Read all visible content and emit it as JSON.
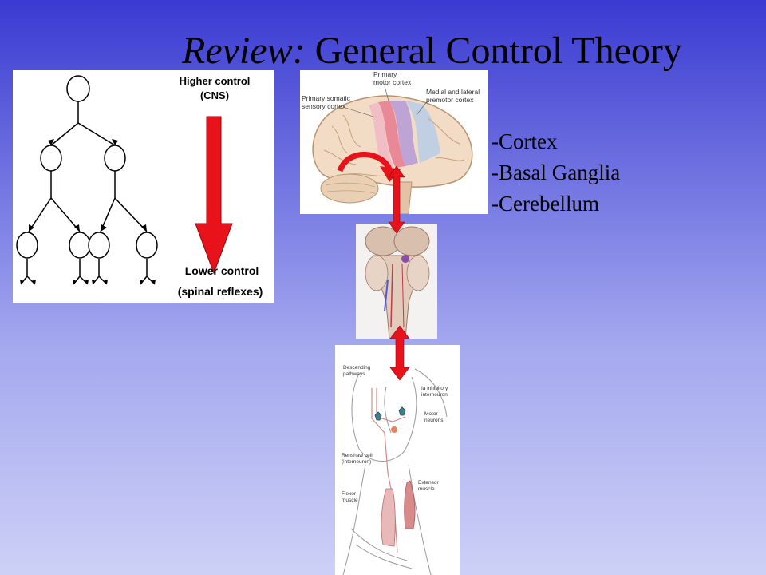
{
  "title": {
    "italic": "Review:",
    "main": "General Control Theory"
  },
  "hierarchy": {
    "top_label_line1": "Higher control",
    "top_label_line2": "(CNS)",
    "bottom_label_line1": "Lower control",
    "bottom_label_line2": "(spinal reflexes)"
  },
  "brain": {
    "label_motor_line1": "Primary",
    "label_motor_line2": "motor cortex",
    "label_sensory_line1": "Primary somatic",
    "label_sensory_line2": "sensory cortex",
    "label_premotor_line1": "Medial and lateral",
    "label_premotor_line2": "premotor cortex"
  },
  "spinal": {
    "label_descending_line1": "Descending",
    "label_descending_line2": "pathways",
    "label_ia_line1": "Ia inhibitory",
    "label_ia_line2": "interneuron",
    "label_motor_line1": "Motor",
    "label_motor_line2": "neurons",
    "label_renshaw_line1": "Renshaw cell",
    "label_renshaw_line2": "(interneuron)",
    "label_flexor_line1": "Flexor",
    "label_flexor_line2": "muscle",
    "label_extensor_line1": "Extensor",
    "label_extensor_line2": "muscle"
  },
  "bullets": [
    "-Cortex",
    "-Basal Ganglia",
    "-Cerebellum"
  ],
  "colors": {
    "arrow_red": "#e8121a",
    "background_top": "#3a3ad2",
    "background_bottom": "#cdd0f6"
  }
}
